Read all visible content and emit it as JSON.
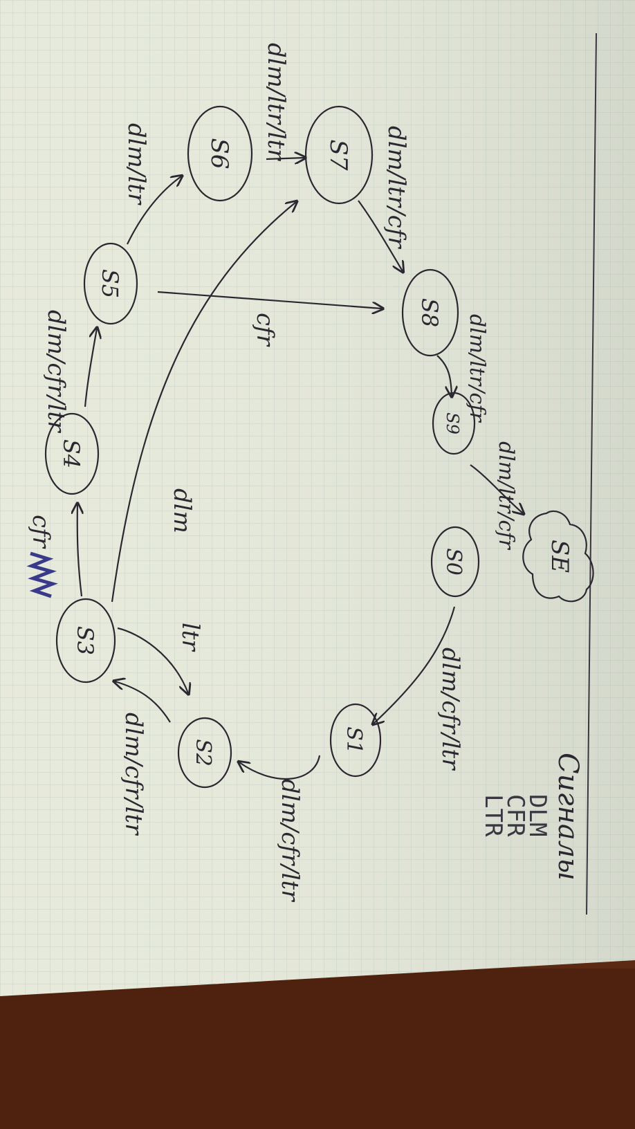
{
  "page": {
    "legend_title": "Сигналы",
    "legend_signals": [
      "DLM",
      "CFR",
      "LTR"
    ]
  },
  "states": [
    {
      "id": "sE",
      "label": "SE",
      "shape": "cloud"
    },
    {
      "id": "s0",
      "label": "S0",
      "shape": "ellipse"
    },
    {
      "id": "s1",
      "label": "S1",
      "shape": "ellipse"
    },
    {
      "id": "s2",
      "label": "S2",
      "shape": "ellipse"
    },
    {
      "id": "s3",
      "label": "S3",
      "shape": "ellipse"
    },
    {
      "id": "s4",
      "label": "S4",
      "shape": "ellipse"
    },
    {
      "id": "s5",
      "label": "S5",
      "shape": "ellipse"
    },
    {
      "id": "s6",
      "label": "S6",
      "shape": "ellipse"
    },
    {
      "id": "s7",
      "label": "S7",
      "shape": "ellipse"
    },
    {
      "id": "s8",
      "label": "S8",
      "shape": "ellipse"
    },
    {
      "id": "s9",
      "label": "S9",
      "shape": "ellipse"
    }
  ],
  "transitions": [
    {
      "from": "s0",
      "to": "s1",
      "label": "dlm/cfr/ltr"
    },
    {
      "from": "s1",
      "to": "s2",
      "label": "dlm/cfr/ltr"
    },
    {
      "from": "s2",
      "to": "s3",
      "label": "dlm/cfr/ltr"
    },
    {
      "from": "s3",
      "to": "s2",
      "label": "ltr"
    },
    {
      "from": "s3",
      "to": "s4",
      "label": "cfr"
    },
    {
      "from": "s3",
      "to": "s7",
      "label": "dlm"
    },
    {
      "from": "s4",
      "to": "s5",
      "label": "dlm/cfr/ltr"
    },
    {
      "from": "s5",
      "to": "s6",
      "label": "dlm/ltr"
    },
    {
      "from": "s5",
      "to": "s8",
      "label": "cfr"
    },
    {
      "from": "s6",
      "to": "s7",
      "label": "dlm/ltr/ltr"
    },
    {
      "from": "s7",
      "to": "s8",
      "label": "dlm/ltr/cfr"
    },
    {
      "from": "s8",
      "to": "s9",
      "label": "dlm/ltr/cfr"
    },
    {
      "from": "s9",
      "to": "sE",
      "label": "dlm/ltr/cfr"
    }
  ],
  "colors": {
    "paper": "#e9ecdc",
    "grid": "#c9d3c6",
    "ink": "#2b2730",
    "table": "#5a2a12"
  }
}
